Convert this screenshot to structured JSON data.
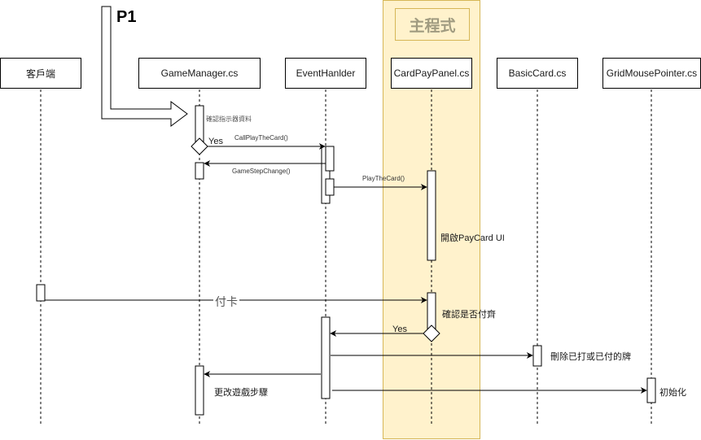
{
  "frame": {
    "title": "主程式",
    "fill": "#fff2cc",
    "stroke": "#d6b656",
    "title_color": "#a09b80"
  },
  "marker": {
    "label": "P1"
  },
  "lifelines": [
    {
      "id": "client",
      "label": "客戶端"
    },
    {
      "id": "gamemanager",
      "label": "GameManager.cs"
    },
    {
      "id": "eventhandler",
      "label": "EventHanlder"
    },
    {
      "id": "cardpaypanel",
      "label": "CardPayPanel.cs"
    },
    {
      "id": "basiccard",
      "label": "BasicCard.cs"
    },
    {
      "id": "gridmousepointer",
      "label": "GridMousePointer.cs"
    }
  ],
  "notes": {
    "check_display_data": "確認指示器資料",
    "open_paycard_ui": "開啟PayCard UI",
    "check_paid": "確認是否付齊",
    "remove_cards": "刪除已打或已付的牌",
    "change_game_step": "更改遊戲步驟",
    "initialize": "初始化"
  },
  "messages": {
    "yes_1": "Yes",
    "call_play_the_card": "CallPlayTheCard()",
    "game_step_change": "GameStepChange()",
    "play_the_card": "PlayTheCard()",
    "pay_card": "付卡",
    "yes_2": "Yes"
  }
}
